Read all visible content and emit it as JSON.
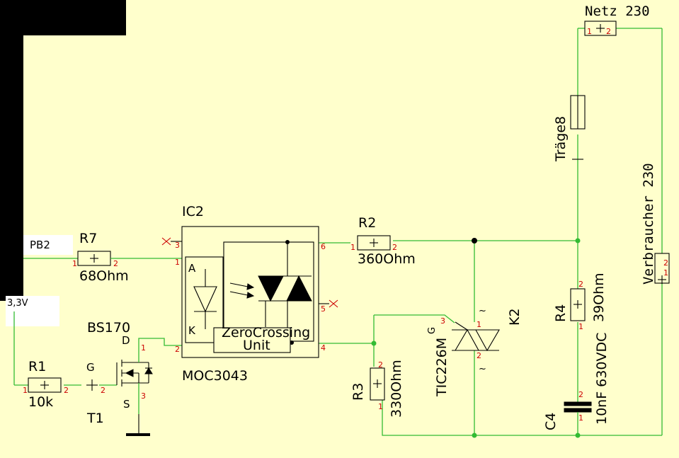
{
  "labels": {
    "netz": "Netz 230",
    "verbraucher": "Verbraucher 230",
    "fuse": "Träge8",
    "ic2": "IC2",
    "moc": "MOC3043",
    "zc1": "ZeroCrossing",
    "zc2": "Unit",
    "pin_a": "A",
    "pin_k": "K",
    "pb2": "PB2",
    "v33": "3,3V",
    "r7": "R7",
    "r7_val": "68Ohm",
    "r1": "R1",
    "r1_val": "10k",
    "r2": "R2",
    "r2_val": "360Ohm",
    "r3": "R3",
    "r3_val": "330Ohm",
    "r4": "R4",
    "r4_val": "39Ohm",
    "c4": "C4",
    "c4_val": "10nF 630VDC",
    "k2": "K2",
    "triac": "TIC226M",
    "gate": "G",
    "bs170": "BS170",
    "t1": "T1",
    "fet_g": "G",
    "fet_d": "D",
    "fet_s": "S",
    "tilde": "~"
  },
  "pins": {
    "one": "1",
    "two": "2",
    "three": "3",
    "four": "4",
    "five": "5",
    "six": "6"
  },
  "colors": {
    "background": "#ffffcc",
    "wire": "#33bb33",
    "pin_number": "#cc0000",
    "component": "#000000"
  }
}
